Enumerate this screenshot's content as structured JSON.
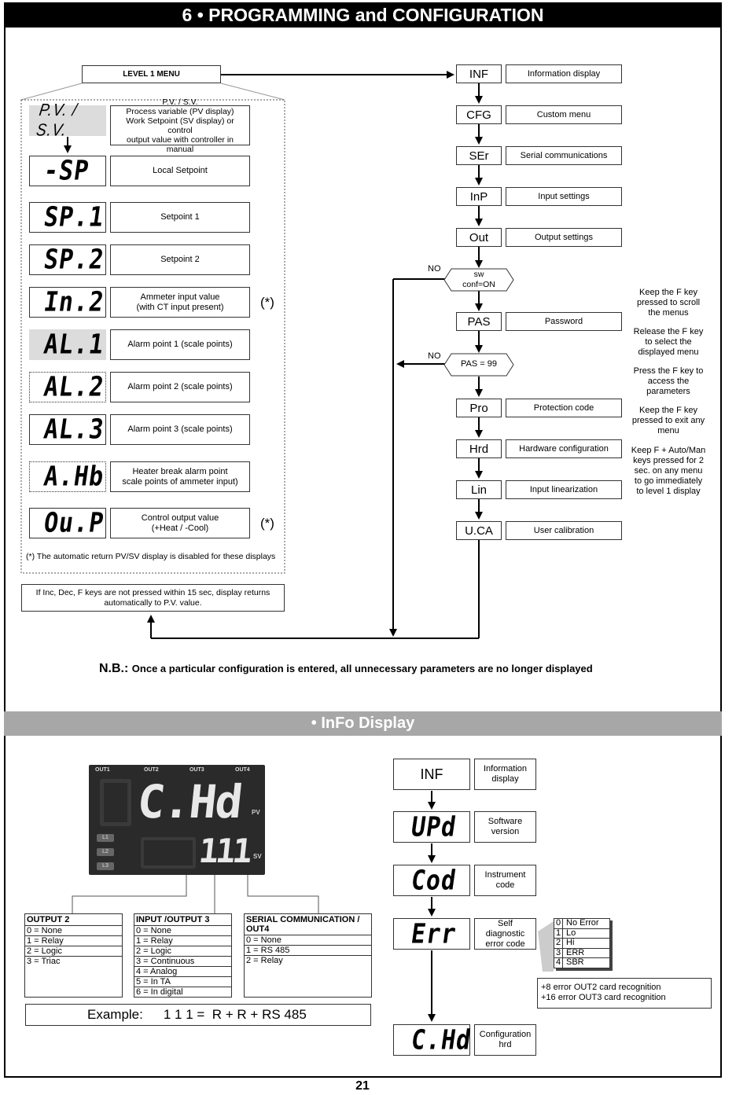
{
  "title": "6 • PROGRAMMING and CONFIGURATION",
  "level1_menu": "LEVEL 1 MENU",
  "left_items": [
    {
      "code": "P.V. / S.V.",
      "desc": "P.V. / S.V.\nProcess variable (PV display)\nWork Setpoint (SV display) or control\noutput value with controller in manual",
      "star": ""
    },
    {
      "code": "-SP",
      "desc": "Local Setpoint",
      "star": ""
    },
    {
      "code": "SP.1",
      "desc": "Setpoint 1",
      "star": ""
    },
    {
      "code": "SP.2",
      "desc": "Setpoint 2",
      "star": ""
    },
    {
      "code": "In.2",
      "desc": "Ammeter input value\n(with CT input present)",
      "star": "(*)"
    },
    {
      "code": "AL.1",
      "desc": "Alarm point 1 (scale points)",
      "star": ""
    },
    {
      "code": "AL.2",
      "desc": "Alarm point 2 (scale points)",
      "star": ""
    },
    {
      "code": "AL.3",
      "desc": "Alarm point 3 (scale points)",
      "star": ""
    },
    {
      "code": "A.Hb",
      "desc": "Heater break alarm point\nscale points of ammeter input)",
      "star": ""
    },
    {
      "code": "Ou.P",
      "desc": "Control output value\n(+Heat / -Cool)",
      "star": "(*)"
    }
  ],
  "footnote": "(*) The automatic return PV/SV display is disabled for these displays",
  "timeout_note": "If Inc, Dec, F keys are not pressed within 15 sec, display returns\nautomatically to P.V. value.",
  "right_menu": [
    {
      "code": "INF",
      "desc": "Information display"
    },
    {
      "code": "CFG",
      "desc": "Custom menu"
    },
    {
      "code": "SEr",
      "desc": "Serial communications"
    },
    {
      "code": "InP",
      "desc": "Input settings"
    },
    {
      "code": "Out",
      "desc": "Output settings"
    },
    {
      "code": "PAS",
      "desc": "Password"
    },
    {
      "code": "Pro",
      "desc": "Protection code"
    },
    {
      "code": "Hrd",
      "desc": "Hardware configuration"
    },
    {
      "code": "Lin",
      "desc": "Input linearization"
    },
    {
      "code": "U.CA",
      "desc": "User calibration"
    }
  ],
  "decision_sw": "sw\nconf=ON",
  "decision_pas": "PAS = 99",
  "no_label": "NO",
  "key_notes": [
    "Keep the F key\npressed to scroll\nthe menus",
    "Release the F key\nto select the\ndisplayed menu",
    "Press the F key to\naccess the\nparameters",
    "Keep the F key\npressed to exit any\nmenu",
    "Keep F + Auto/Man\nkeys pressed for 2\nsec. on any menu\nto go immediately\nto level 1 display"
  ],
  "nb_bold": "N.B.:",
  "nb_text": "Once a particular configuration is entered, all unnecessary parameters are no longer displayed",
  "info_banner": "• InFo Display",
  "display_panel": {
    "outs": [
      "OUT1",
      "OUT2",
      "OUT3",
      "OUT4"
    ],
    "leds": [
      "L1",
      "L2",
      "L3"
    ],
    "pv_text": "C.Hd",
    "sv_text": "111",
    "pv_label": "PV",
    "sv_label": "SV"
  },
  "tables": [
    {
      "title": "OUTPUT 2",
      "rows": [
        "0 = None",
        "1 = Relay",
        "2 = Logic",
        "3 = Triac"
      ]
    },
    {
      "title": "INPUT /OUTPUT 3",
      "rows": [
        "0 = None",
        "1 = Relay",
        "2 = Logic",
        "3 = Continuous",
        "4 = Analog",
        "5 = In TA",
        "6 = In digital"
      ]
    },
    {
      "title": "SERIAL COMMUNICATION / OUT4",
      "rows": [
        "0 = None",
        "1 = RS 485",
        "2 = Relay"
      ]
    }
  ],
  "example_label": "Example:",
  "example_value": "1 1 1 =  R + R + RS 485",
  "info_items": [
    {
      "code": "INF",
      "desc": "Information\ndisplay"
    },
    {
      "code": "UPd",
      "desc": "Software\nversion"
    },
    {
      "code": "Cod",
      "desc": "Instrument\ncode"
    },
    {
      "code": "Err",
      "desc": "Self diagnostic\nerror code"
    },
    {
      "code": "C.Hd",
      "desc": "Configuration\nhrd"
    }
  ],
  "err_codes": [
    {
      "n": "0",
      "t": "No Error"
    },
    {
      "n": "1",
      "t": "Lo"
    },
    {
      "n": "2",
      "t": "Hi"
    },
    {
      "n": "3",
      "t": "ERR"
    },
    {
      "n": "4",
      "t": "SBR"
    }
  ],
  "err_note": "+8 error OUT2 card recognition\n+16 error OUT3 card recognition",
  "page_number": "21"
}
